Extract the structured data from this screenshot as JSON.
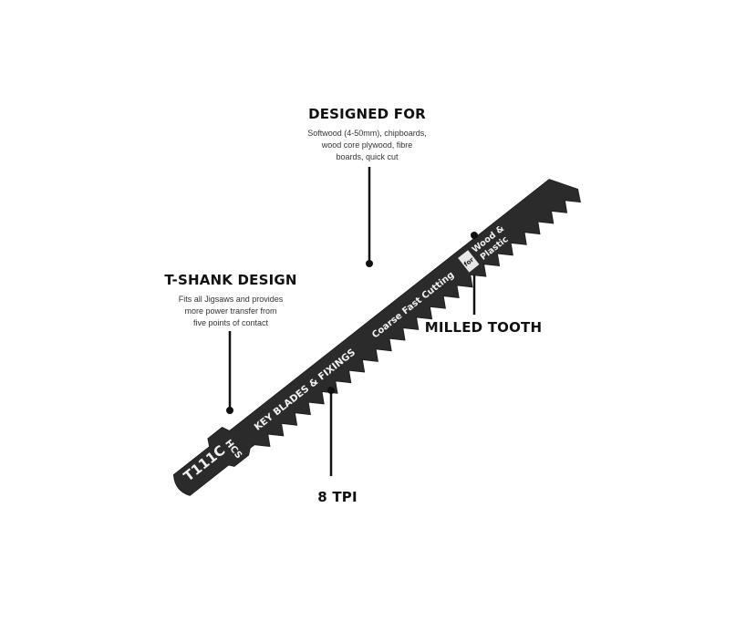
{
  "callouts": {
    "designed_for": {
      "title": "DESIGNED FOR",
      "lines": [
        "Softwood (4-50mm), chipboards,",
        "wood core plywood, fibre",
        "boards, quick cut"
      ]
    },
    "t_shank": {
      "title": "T-SHANK DESIGN",
      "lines": [
        "Fits all Jigsaws and provides",
        "more power transfer from",
        "five points of contact"
      ]
    },
    "milled_tooth": {
      "title": "MILLED TOOTH"
    },
    "tpi": {
      "title": "8 TPI"
    }
  },
  "blade": {
    "model": "T111C",
    "hcs": "HCS",
    "brand": "KEY BLADES & FIXINGS",
    "cut_type": "Coarse Fast Cutting",
    "for_label": "for",
    "material_line1": "Wood &",
    "material_line2": "Plastic"
  }
}
